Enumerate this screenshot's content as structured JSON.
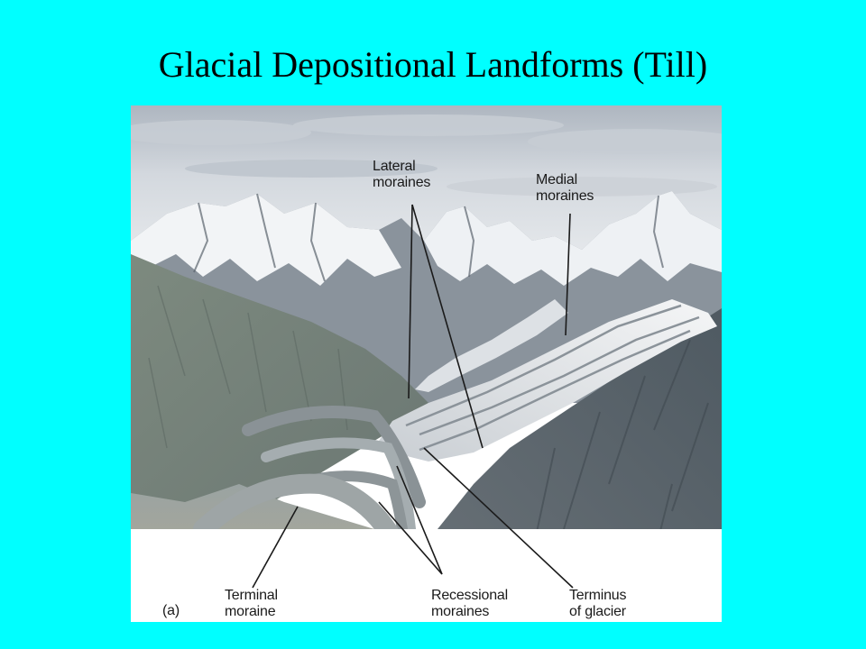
{
  "slide": {
    "title": "Glacial Depositional Landforms (Till)"
  },
  "diagram": {
    "labels": {
      "lateral_moraines": [
        "Lateral",
        "moraines"
      ],
      "medial_moraines": [
        "Medial",
        "moraines"
      ],
      "terminal_moraine": [
        "Terminal",
        "moraine"
      ],
      "recessional_moraines": [
        "Recessional",
        "moraines"
      ],
      "terminus_of_glacier": [
        "Terminus",
        "of glacier"
      ],
      "panel_letter": "(a)"
    },
    "colors": {
      "background": "#00ffff",
      "sky": "#d9dde3",
      "snow": "#f4f6f8",
      "rock": "#6f7a84",
      "ice": "#e9ecef",
      "leader_line": "#1a1a1a"
    }
  }
}
